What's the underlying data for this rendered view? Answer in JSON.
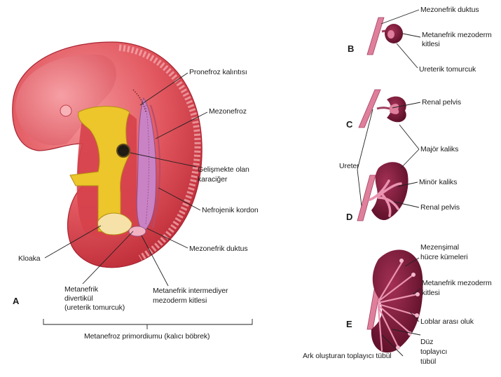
{
  "panels": {
    "A": {
      "letter": "A",
      "labels": {
        "pronefroz": "Pronefroz kalıntısı",
        "mezonefroz": "Mezonefroz",
        "karaciger_1": "Gelişmekte olan",
        "karaciger_2": "karaciğer",
        "nefrojenik": "Nefrojenik kordon",
        "mezonefrik_duktus": "Mezonefrik duktus",
        "kloaka": "Kloaka",
        "divertikul_1": "Metanefrik",
        "divertikul_2": "divertikül",
        "divertikul_3": "(ureterik tomurcuk)",
        "intermediyer_1": "Metanefrik intermediyer",
        "intermediyer_2": "mezoderm kitlesi",
        "primordium": "Metanefroz primordiumu (kalıcı böbrek)"
      }
    },
    "B": {
      "letter": "B",
      "labels": {
        "mezonefrik_duktus": "Mezonefrik duktus",
        "metanefrik_1": "Metanefrik mezoderm",
        "metanefrik_2": "kitlesi",
        "ureterik": "Ureterik tomurcuk"
      }
    },
    "C": {
      "letter": "C",
      "labels": {
        "renal_pelvis": "Renal pelvis",
        "major_kaliks": "Majör kaliks"
      }
    },
    "D": {
      "letter": "D",
      "labels": {
        "ureter": "Ureter",
        "minor_kaliks": "Minör kaliks",
        "renal_pelvis": "Renal pelvis"
      }
    },
    "E": {
      "letter": "E",
      "labels": {
        "mezensimal_1": "Mezenşimal",
        "mezensimal_2": "hücre kümeleri",
        "metanefrik_1": "Metanefrik mezoderm",
        "metanefrik_2": "kitlesi",
        "loblar": "Loblar arası oluk",
        "duz_1": "Düz",
        "duz_2": "toplayıcı",
        "duz_3": "tübül",
        "ark": "Ark oluşturan toplayıcı tübül"
      }
    }
  },
  "colors": {
    "embryo_body": "#d9414b",
    "embryo_light": "#f0868c",
    "gut_yellow": "#ecc62a",
    "mesonephros": "#c982c4",
    "kidney_dark": "#7d1838",
    "duct_pink": "#e07f9c",
    "leader": "#222222"
  },
  "icons": {
    "embryo": "embryo-illustration",
    "kidney": "kidney-illustration"
  }
}
